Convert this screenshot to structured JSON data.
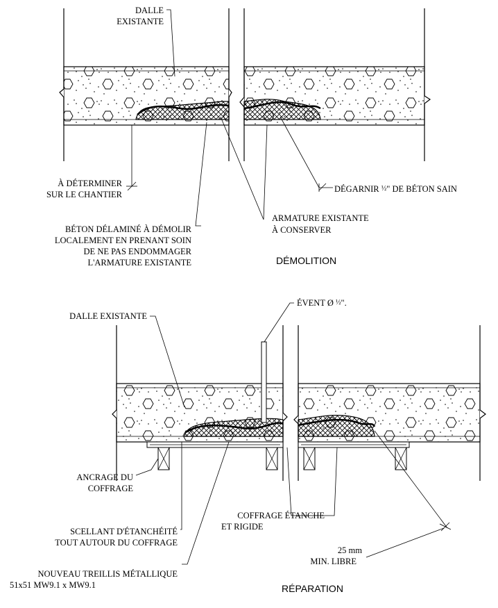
{
  "demolition": {
    "title": "DÉMOLITION",
    "labels": {
      "slab_line1": "DALLE",
      "slab_line2": "EXISTANTE",
      "site_line1": "À DÉTERMINER",
      "site_line2": "SUR LE CHANTIER",
      "strip_prefix": "DÉGARNIR ",
      "strip_fraction": "½",
      "strip_suffix": "\" DE BÉTON SAIN",
      "rebar_line1": "ARMATURE EXISTANTE",
      "rebar_line2": "À CONSERVER",
      "delam_line1": "BÉTON DÉLAMINÉ À DÉMOLIR",
      "delam_line2": "LOCALEMENT EN PRENANT SOIN",
      "delam_line3": "DE NE PAS ENDOMMAGER",
      "delam_line4": "L'ARMATURE EXISTANTE"
    }
  },
  "repair": {
    "title": "RÉPARATION",
    "labels": {
      "vent_prefix": "ÉVENT Ø ",
      "vent_fraction": "½",
      "vent_suffix": "\".",
      "slab": "DALLE EXISTANTE",
      "anchor_line1": "ANCRAGE DU",
      "anchor_line2": "COFFRAGE",
      "formwork_line1": "COFFRAGE ÉTANCHE",
      "formwork_line2": "ET RIGIDE",
      "sealant_line1": "SCELLANT D'ÉTANCHÉITÉ",
      "sealant_line2": "TOUT AUTOUR DU COFFRAGE",
      "clearance_line1": "25 mm",
      "clearance_line2": "MIN. LIBRE",
      "mesh_line1": "NOUVEAU TREILLIS MÉTALLIQUE",
      "mesh_line2": "51x51 MW9.1 x MW9.1"
    }
  }
}
